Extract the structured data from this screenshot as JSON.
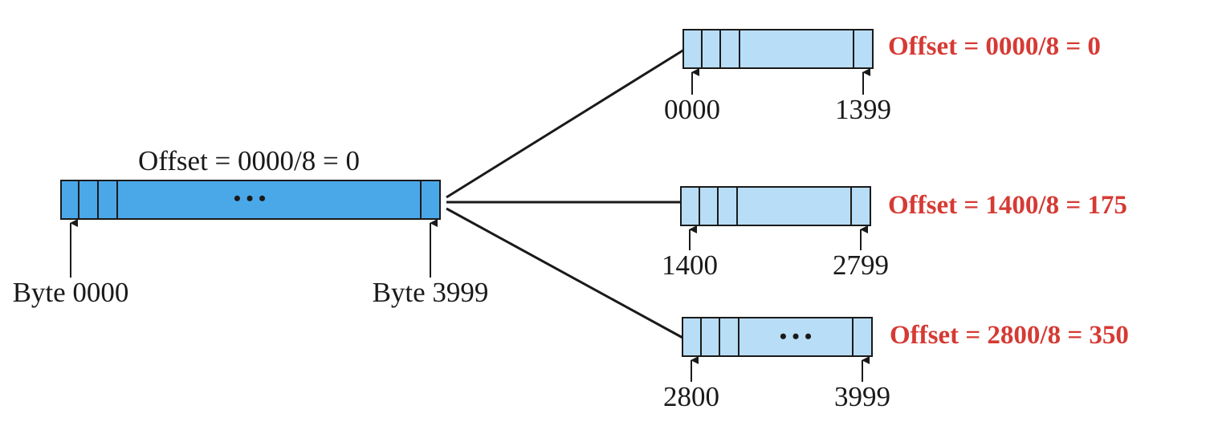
{
  "colors": {
    "original_fill": "#4aa8e8",
    "fragment_fill": "#b8ddf6",
    "outline": "#1a1a1a",
    "offset_highlight": "#d63a34"
  },
  "original": {
    "offset_label": "Offset = 0000/8 = 0",
    "ellipsis": "• • •",
    "start_label": "Byte 0000",
    "end_label": "Byte 3999"
  },
  "fragments": [
    {
      "start_label": "0000",
      "end_label": "1399",
      "offset_label": "Offset = 0000/8 = 0",
      "ellipsis": ""
    },
    {
      "start_label": "1400",
      "end_label": "2799",
      "offset_label": "Offset = 1400/8 = 175",
      "ellipsis": ""
    },
    {
      "start_label": "2800",
      "end_label": "3999",
      "offset_label": "Offset = 2800/8 = 350",
      "ellipsis": "• • •"
    }
  ]
}
